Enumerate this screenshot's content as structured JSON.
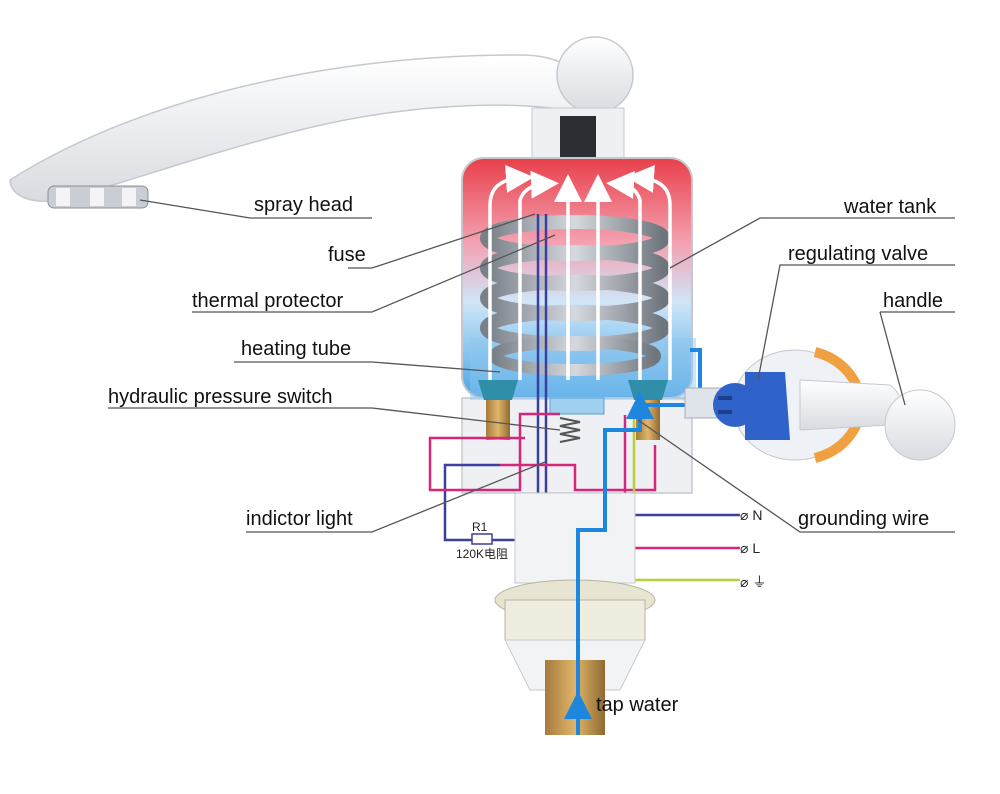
{
  "labels": {
    "spray_head": "spray head",
    "fuse": "fuse",
    "thermal_protector": "thermal protector",
    "heating_tube": "heating tube",
    "hydraulic_pressure_switch": "hydraulic pressure switch",
    "indicator_light": "indictor light",
    "water_tank": "water tank",
    "regulating_valve": "regulating valve",
    "handle": "handle",
    "grounding_wire": "grounding wire",
    "tap_water": "tap water"
  },
  "resistor": {
    "name": "R1",
    "value": "120K电阻"
  },
  "terminals": {
    "neutral": "⌀ N",
    "live": "⌀ L",
    "ground": "⌀ ⏚"
  },
  "colors": {
    "hot": "#e8404a",
    "cold": "#3a9be0",
    "wire_purple": "#3b3f9e",
    "wire_magenta": "#d6267a",
    "wire_green": "#b8cf3a",
    "valve_blue": "#2f63c9",
    "accent_orange": "#f0a040"
  }
}
